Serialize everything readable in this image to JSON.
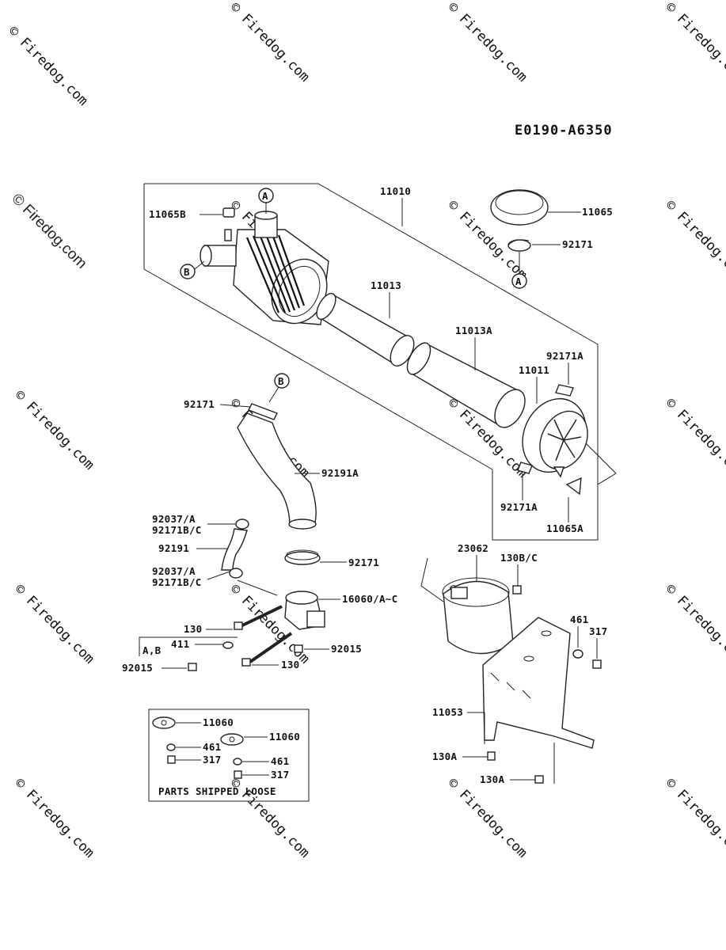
{
  "diagram_code": "E0190-A6350",
  "watermark": "© Firedog.com",
  "callouts": {
    "A": "A",
    "B": "B"
  },
  "labels": {
    "p11010": "11010",
    "p11065": "11065",
    "p11065B": "11065B",
    "p92171_top": "92171",
    "p11013": "11013",
    "p11013A": "11013A",
    "p11011": "11011",
    "p92171A_top": "92171A",
    "p92171A_bottom": "92171A",
    "p11065A": "11065A",
    "p92171_hose": "92171",
    "p92191A": "92191A",
    "p92037_1": "92037/A",
    "p92171BC_1": "92171B/C",
    "p92191": "92191",
    "p92037_2": "92037/A",
    "p92171BC_2": "92171B/C",
    "p92171_clamp": "92171",
    "p16060": "16060/A~C",
    "p130_1": "130",
    "pAB": "A,B",
    "p411": "411",
    "p92015_1": "92015",
    "p92015_2": "92015",
    "p130_2": "130",
    "p23062": "23062",
    "p130BC": "130B/C",
    "p461": "461",
    "p317": "317",
    "p11053": "11053",
    "p130A_1": "130A",
    "p130A_2": "130A",
    "loose_11060_a": "11060",
    "loose_461_a": "461",
    "loose_317_a": "317",
    "loose_11060_b": "11060",
    "loose_461_b": "461",
    "loose_317_b": "317",
    "loose_caption": "PARTS SHIPPED LOOSE"
  }
}
